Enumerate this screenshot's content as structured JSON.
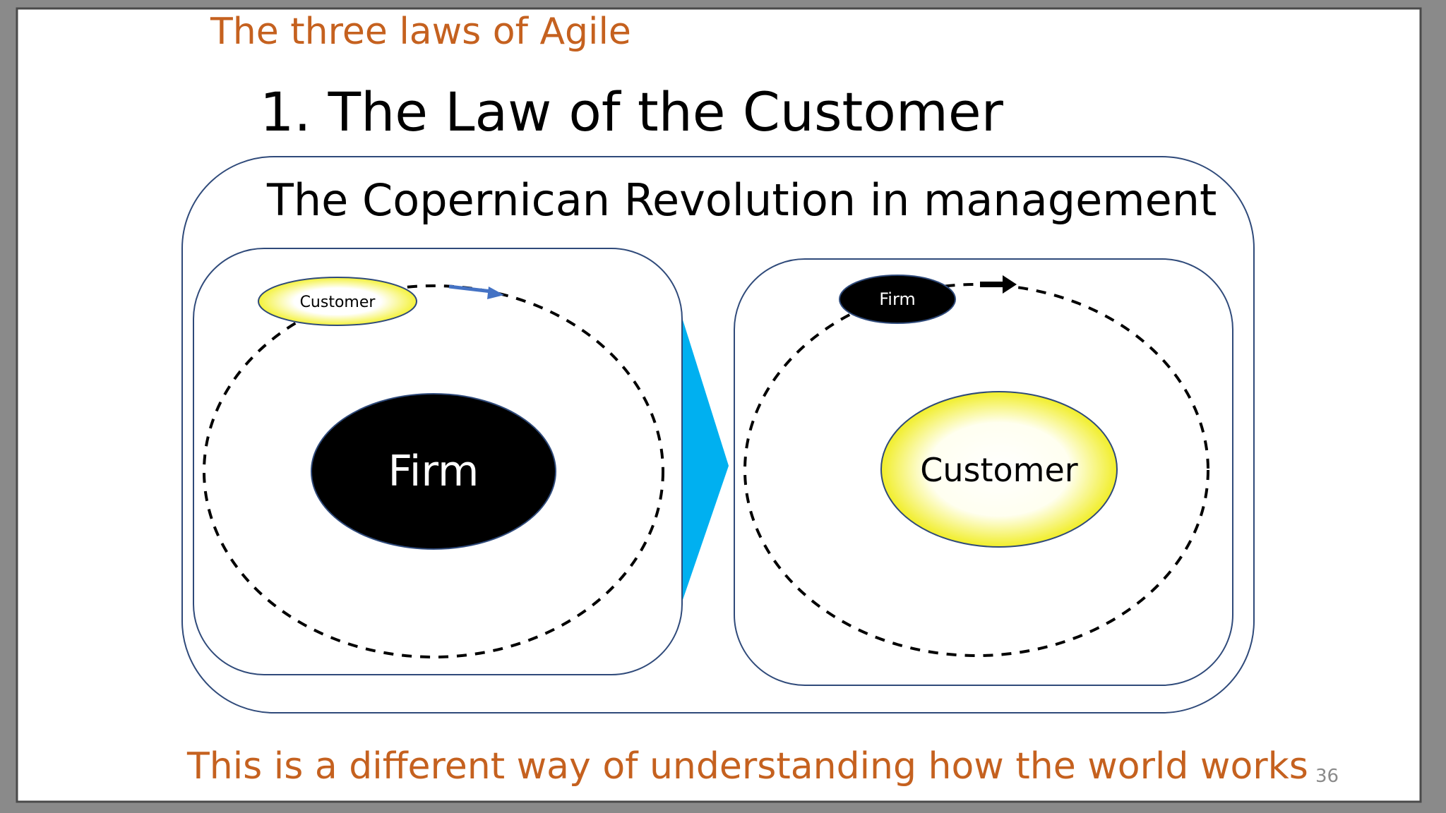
{
  "slide": {
    "subtitle": "The three laws of Agile",
    "title": "1. The Law of the Customer",
    "page_number": "36",
    "footer": "This is a different way of understanding how the world works"
  },
  "diagram": {
    "heading": "The Copernican Revolution in management",
    "before": {
      "center_label": "Firm",
      "orbiting_label": "Customer"
    },
    "after": {
      "center_label": "Customer",
      "orbiting_label": "Firm"
    }
  },
  "colors": {
    "accent_text": "#c5611f",
    "panel_border": "#2f4a7a",
    "transition_arrow": "#00b0f0",
    "orbit_arrow_blue": "#4472c4",
    "customer_glow": "#f4f23a",
    "firm_fill": "#000000"
  }
}
